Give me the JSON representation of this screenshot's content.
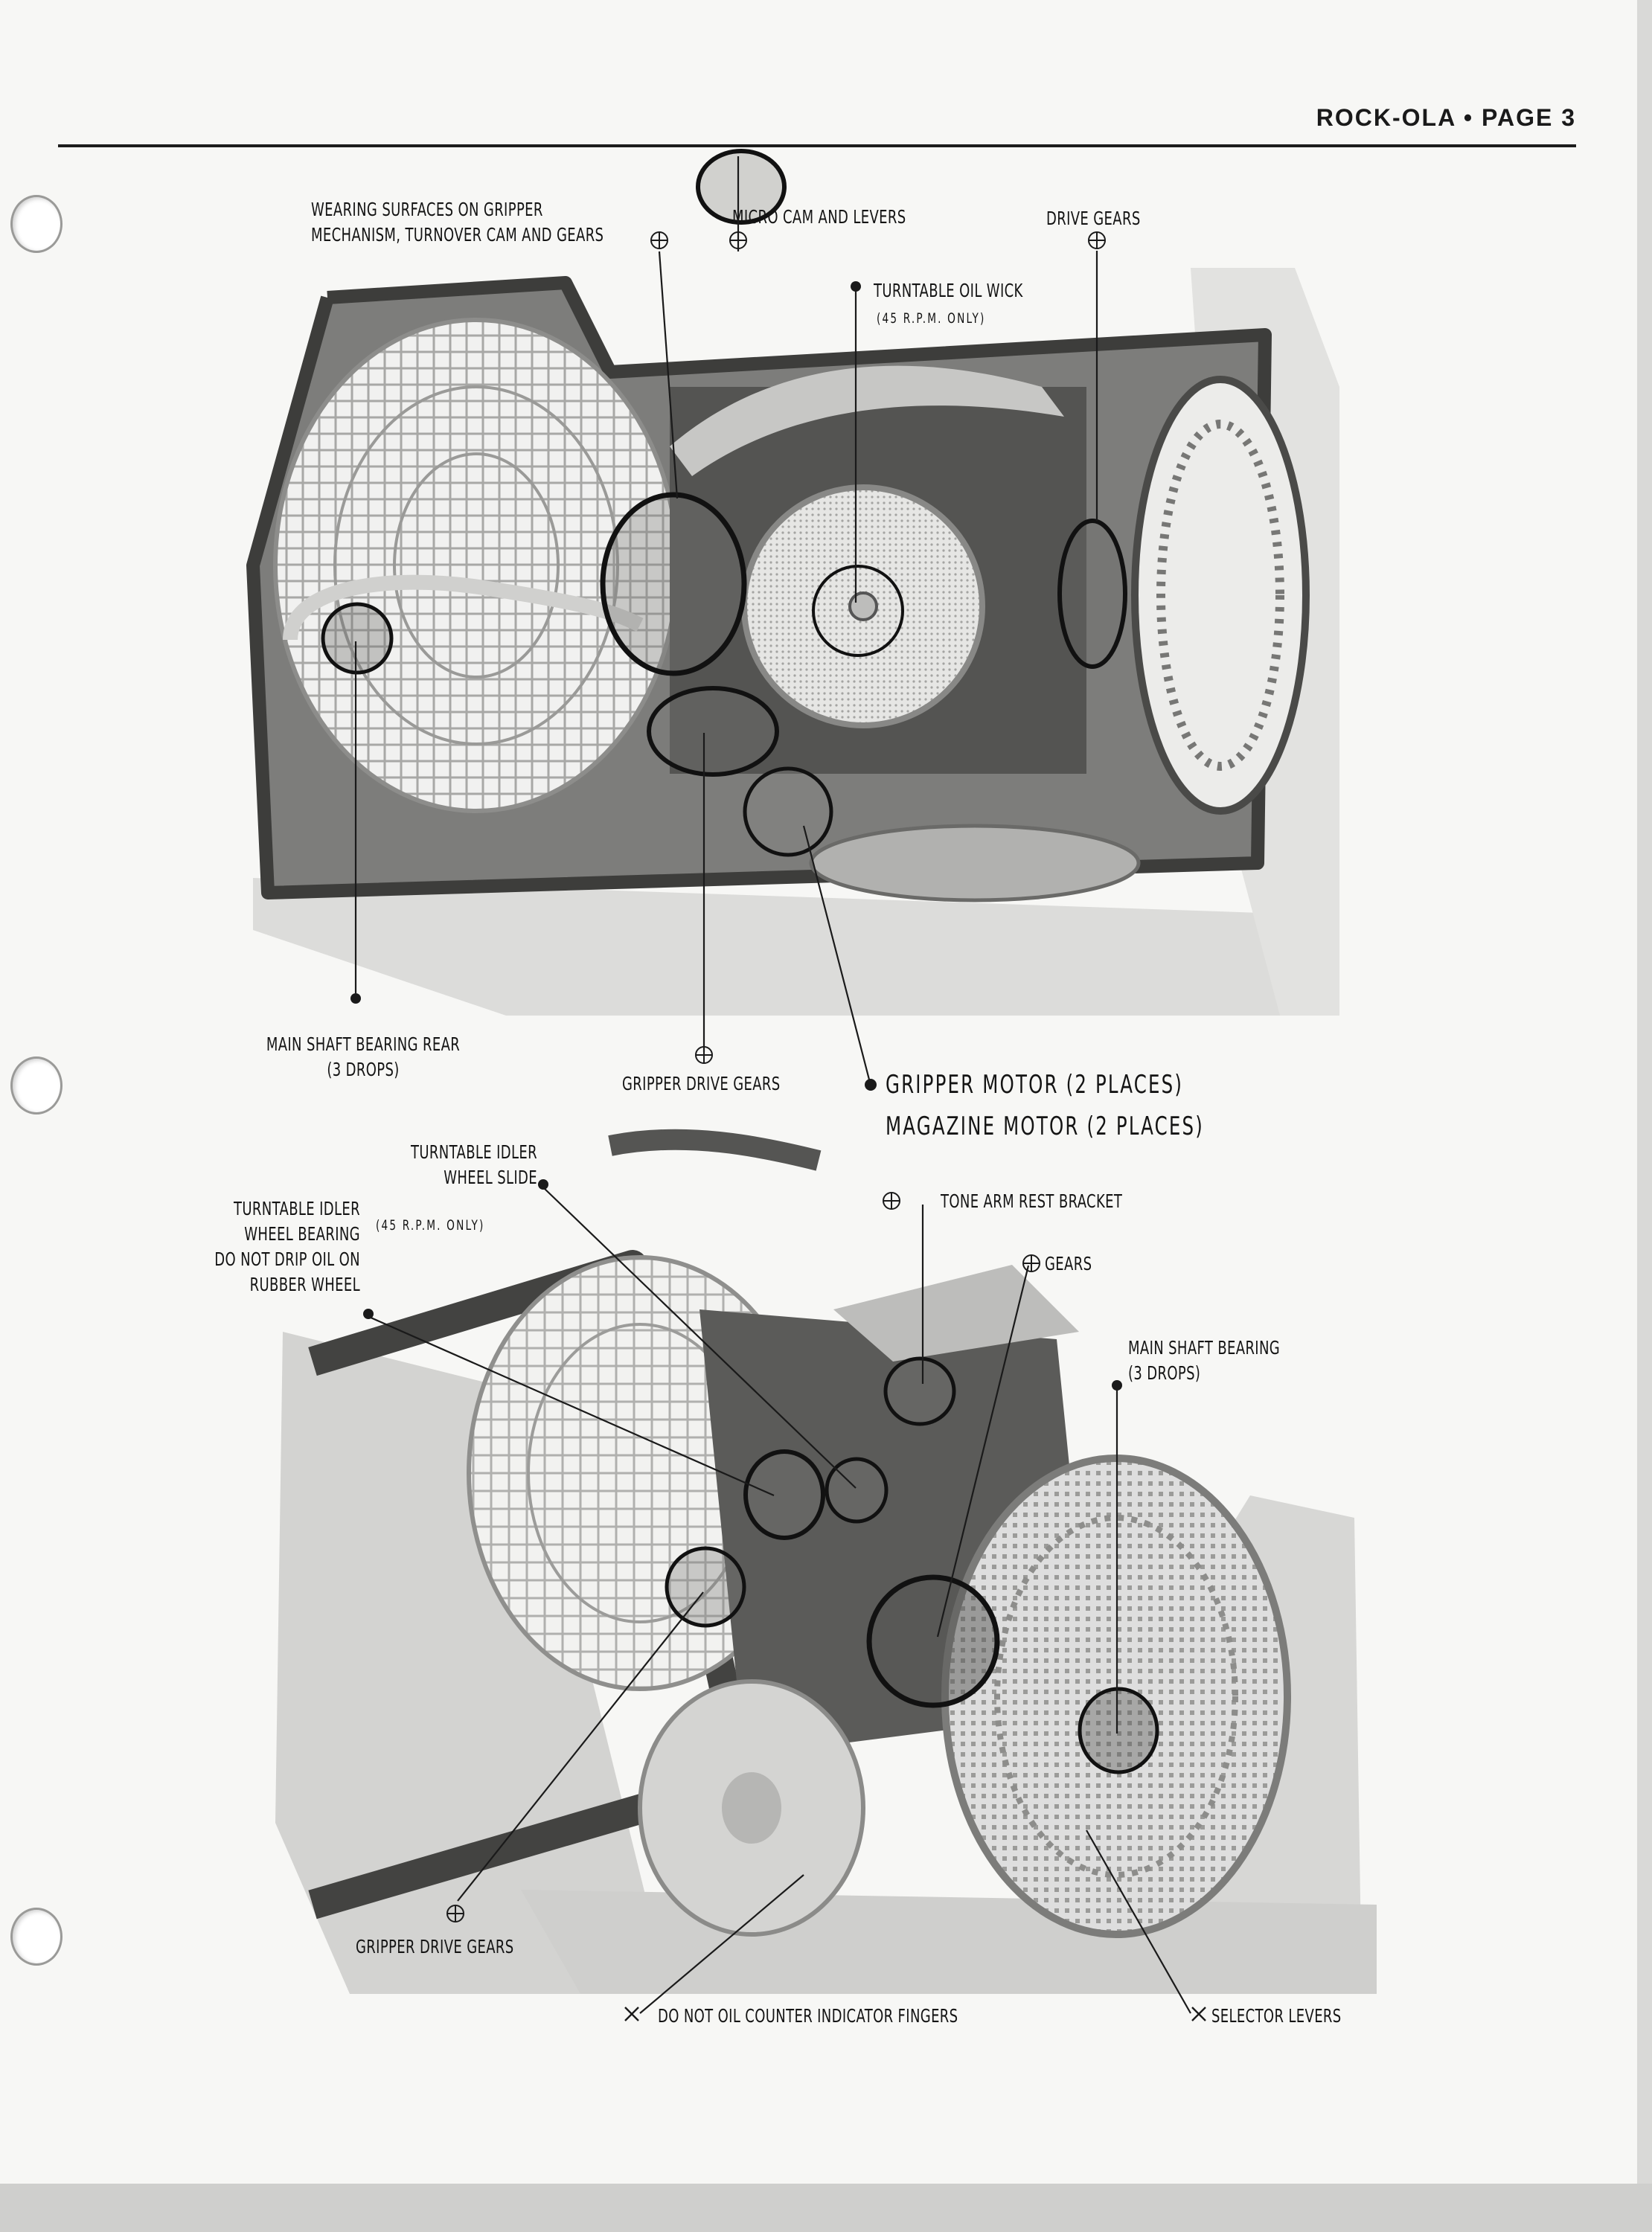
{
  "header": {
    "title": "ROCK-OLA  •  PAGE  3"
  },
  "top_figure": {
    "labels": {
      "wearing_surfaces": [
        "WEARING SURFACES ON GRIPPER",
        "MECHANISM, TURNOVER CAM AND GEARS"
      ],
      "micro_cam": "MICRO CAM AND LEVERS",
      "drive_gears": "DRIVE GEARS",
      "turntable_oil_wick": "TURNTABLE OIL WICK",
      "turntable_oil_wick_note": "(45  R.P.M.  ONLY)",
      "main_shaft_bearing_rear": [
        "MAIN SHAFT BEARING REAR",
        "(3 DROPS)"
      ],
      "gripper_drive_gears": "GRIPPER DRIVE GEARS",
      "gripper_motor": "GRIPPER  MOTOR  (2  PLACES)",
      "magazine_motor": "MAGAZINE  MOTOR  (2  PLACES)"
    }
  },
  "bottom_figure": {
    "labels": {
      "idler_wheel_slide": [
        "TURNTABLE IDLER",
        "WHEEL SLIDE"
      ],
      "idler_wheel_slide_note": "(45  R.P.M.  ONLY)",
      "idler_wheel_bearing": [
        "TURNTABLE IDLER",
        "WHEEL BEARING",
        "DO NOT DRIP OIL ON",
        "RUBBER WHEEL"
      ],
      "tone_arm": "TONE ARM REST BRACKET",
      "gears": "GEARS",
      "main_shaft_bearing": [
        "MAIN SHAFT BEARING",
        "(3 DROPS)"
      ],
      "gripper_drive_gears": "GRIPPER DRIVE GEARS",
      "counter_fingers": "DO NOT OIL COUNTER INDICATOR FINGERS",
      "selector_levers": "SELECTOR LEVERS"
    }
  }
}
